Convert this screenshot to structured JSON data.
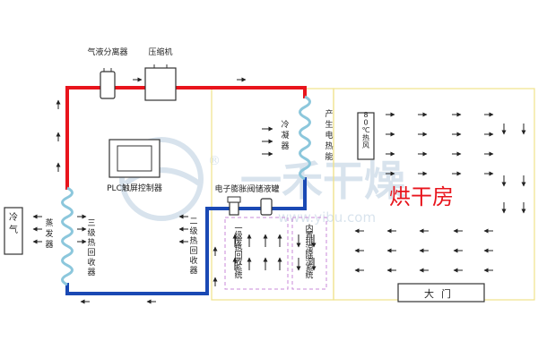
{
  "labels": {
    "separator": "气液分离器",
    "compressor": "压缩机",
    "plc": "PLC触屏控制器",
    "expansion_valve": "电子膨胀阀",
    "receiver": "储液罐",
    "cold_air": "冷气",
    "evaporator": "蒸发器",
    "tertiary_recovery": "三级热回收器",
    "secondary_recovery": "二级热回收器",
    "primary_recovery": "一级废热回收系统",
    "internal_dehumid": "内置排湿除湿系统",
    "condenser": "冷凝器",
    "electric_heating": "产生电热能",
    "hot_air": "80℃热风",
    "drying_room": "烘干房",
    "gate": "大门",
    "watermark": "一禾干燥",
    "watermark_url": "www.yibu.com",
    "watermark_reg": "®"
  },
  "colors": {
    "hot_pipe": "#e8141c",
    "cold_pipe": "#1a49b4",
    "coil": "#8cc7dc",
    "room_border": "#f0e28a",
    "dashed_box": "#c88ad8",
    "text": "#222222",
    "room_title": "#e8141c"
  },
  "icons": {
    "flow_arrow": "arrow-icon",
    "separator": "separator-tank-icon",
    "compressor": "compressor-icon",
    "plc": "plc-screen-icon",
    "valve": "expansion-valve-icon",
    "receiver": "receiver-tank-icon"
  }
}
